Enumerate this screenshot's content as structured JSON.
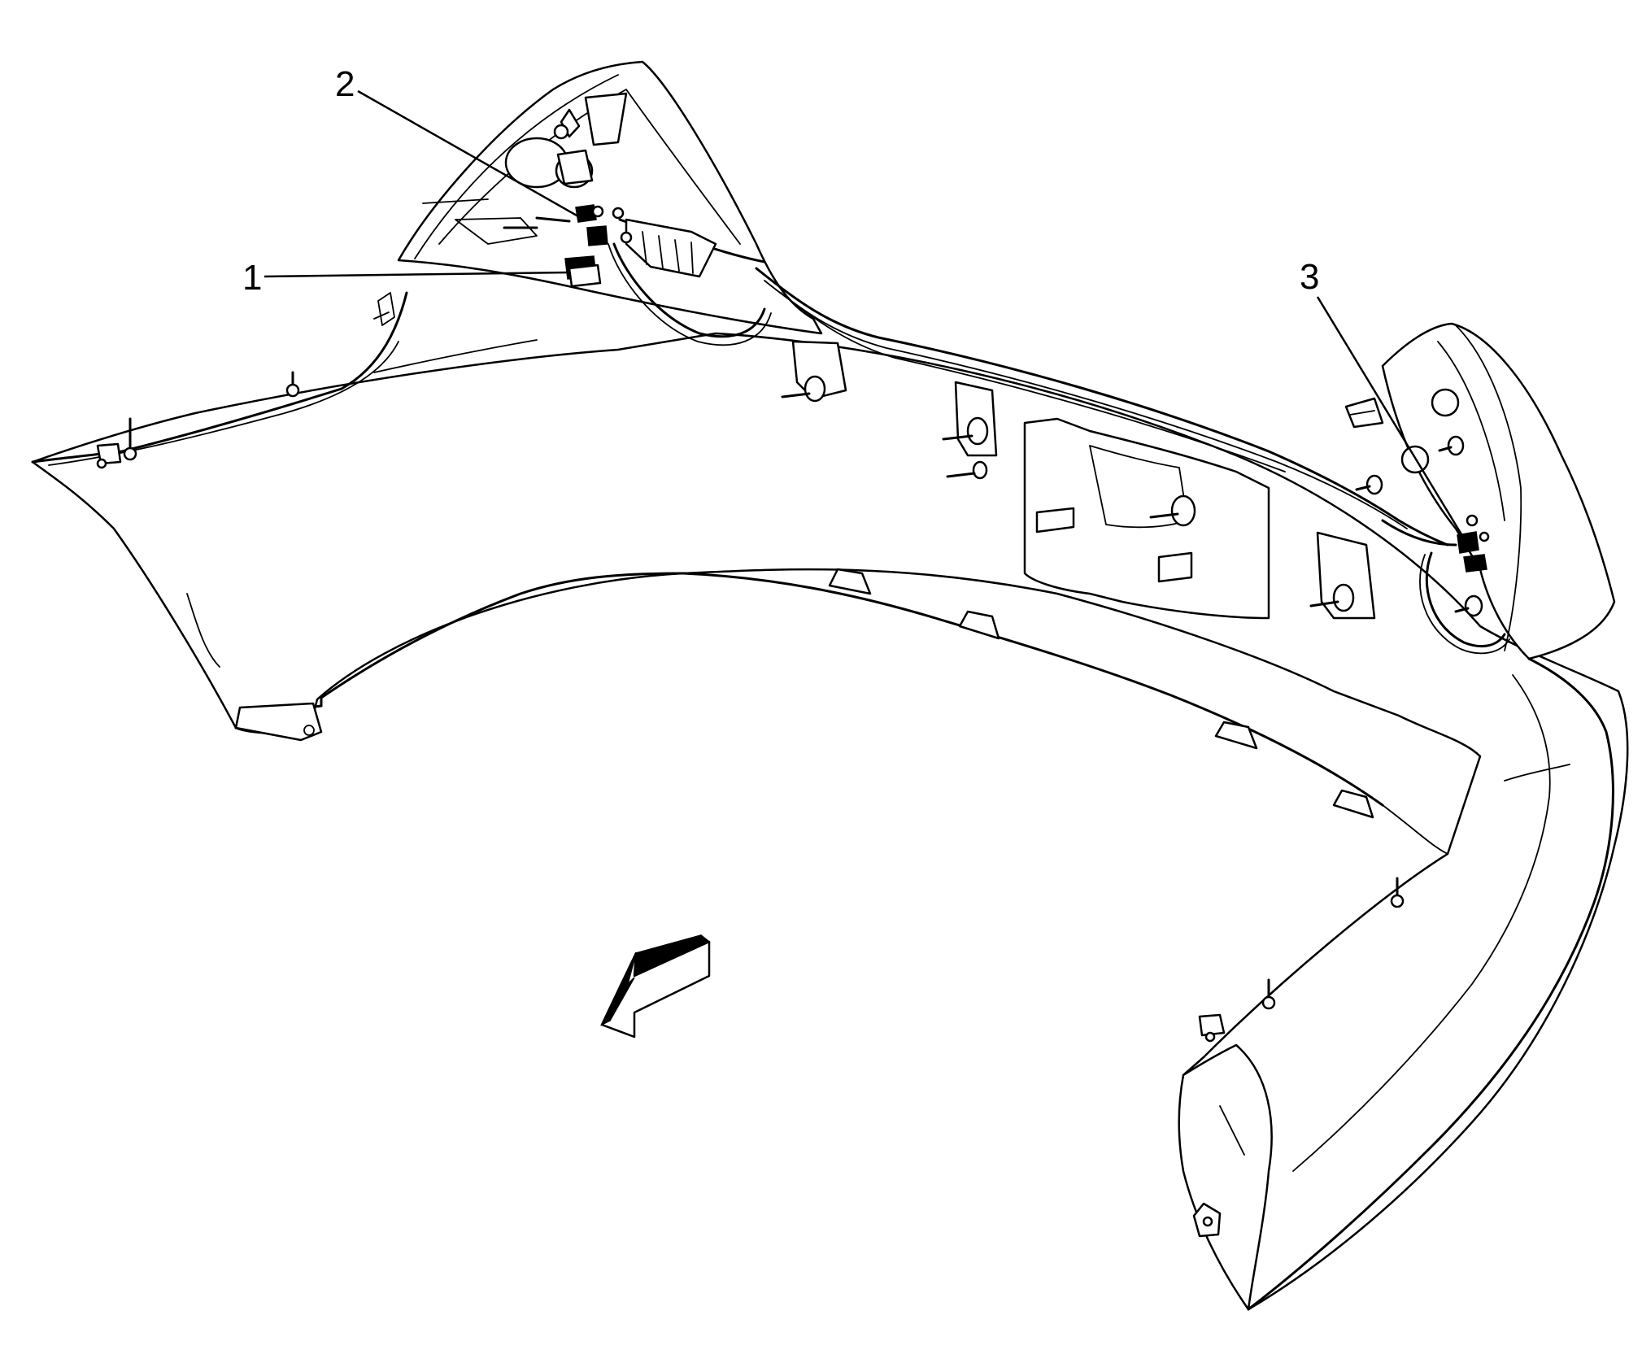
{
  "diagram": {
    "colors": {
      "line": "#000000",
      "background": "#ffffff"
    },
    "callouts": [
      {
        "id": "1",
        "label": "1"
      },
      {
        "id": "2",
        "label": "2"
      },
      {
        "id": "3",
        "label": "3"
      }
    ],
    "icons": [
      "direction-arrow-icon"
    ]
  }
}
